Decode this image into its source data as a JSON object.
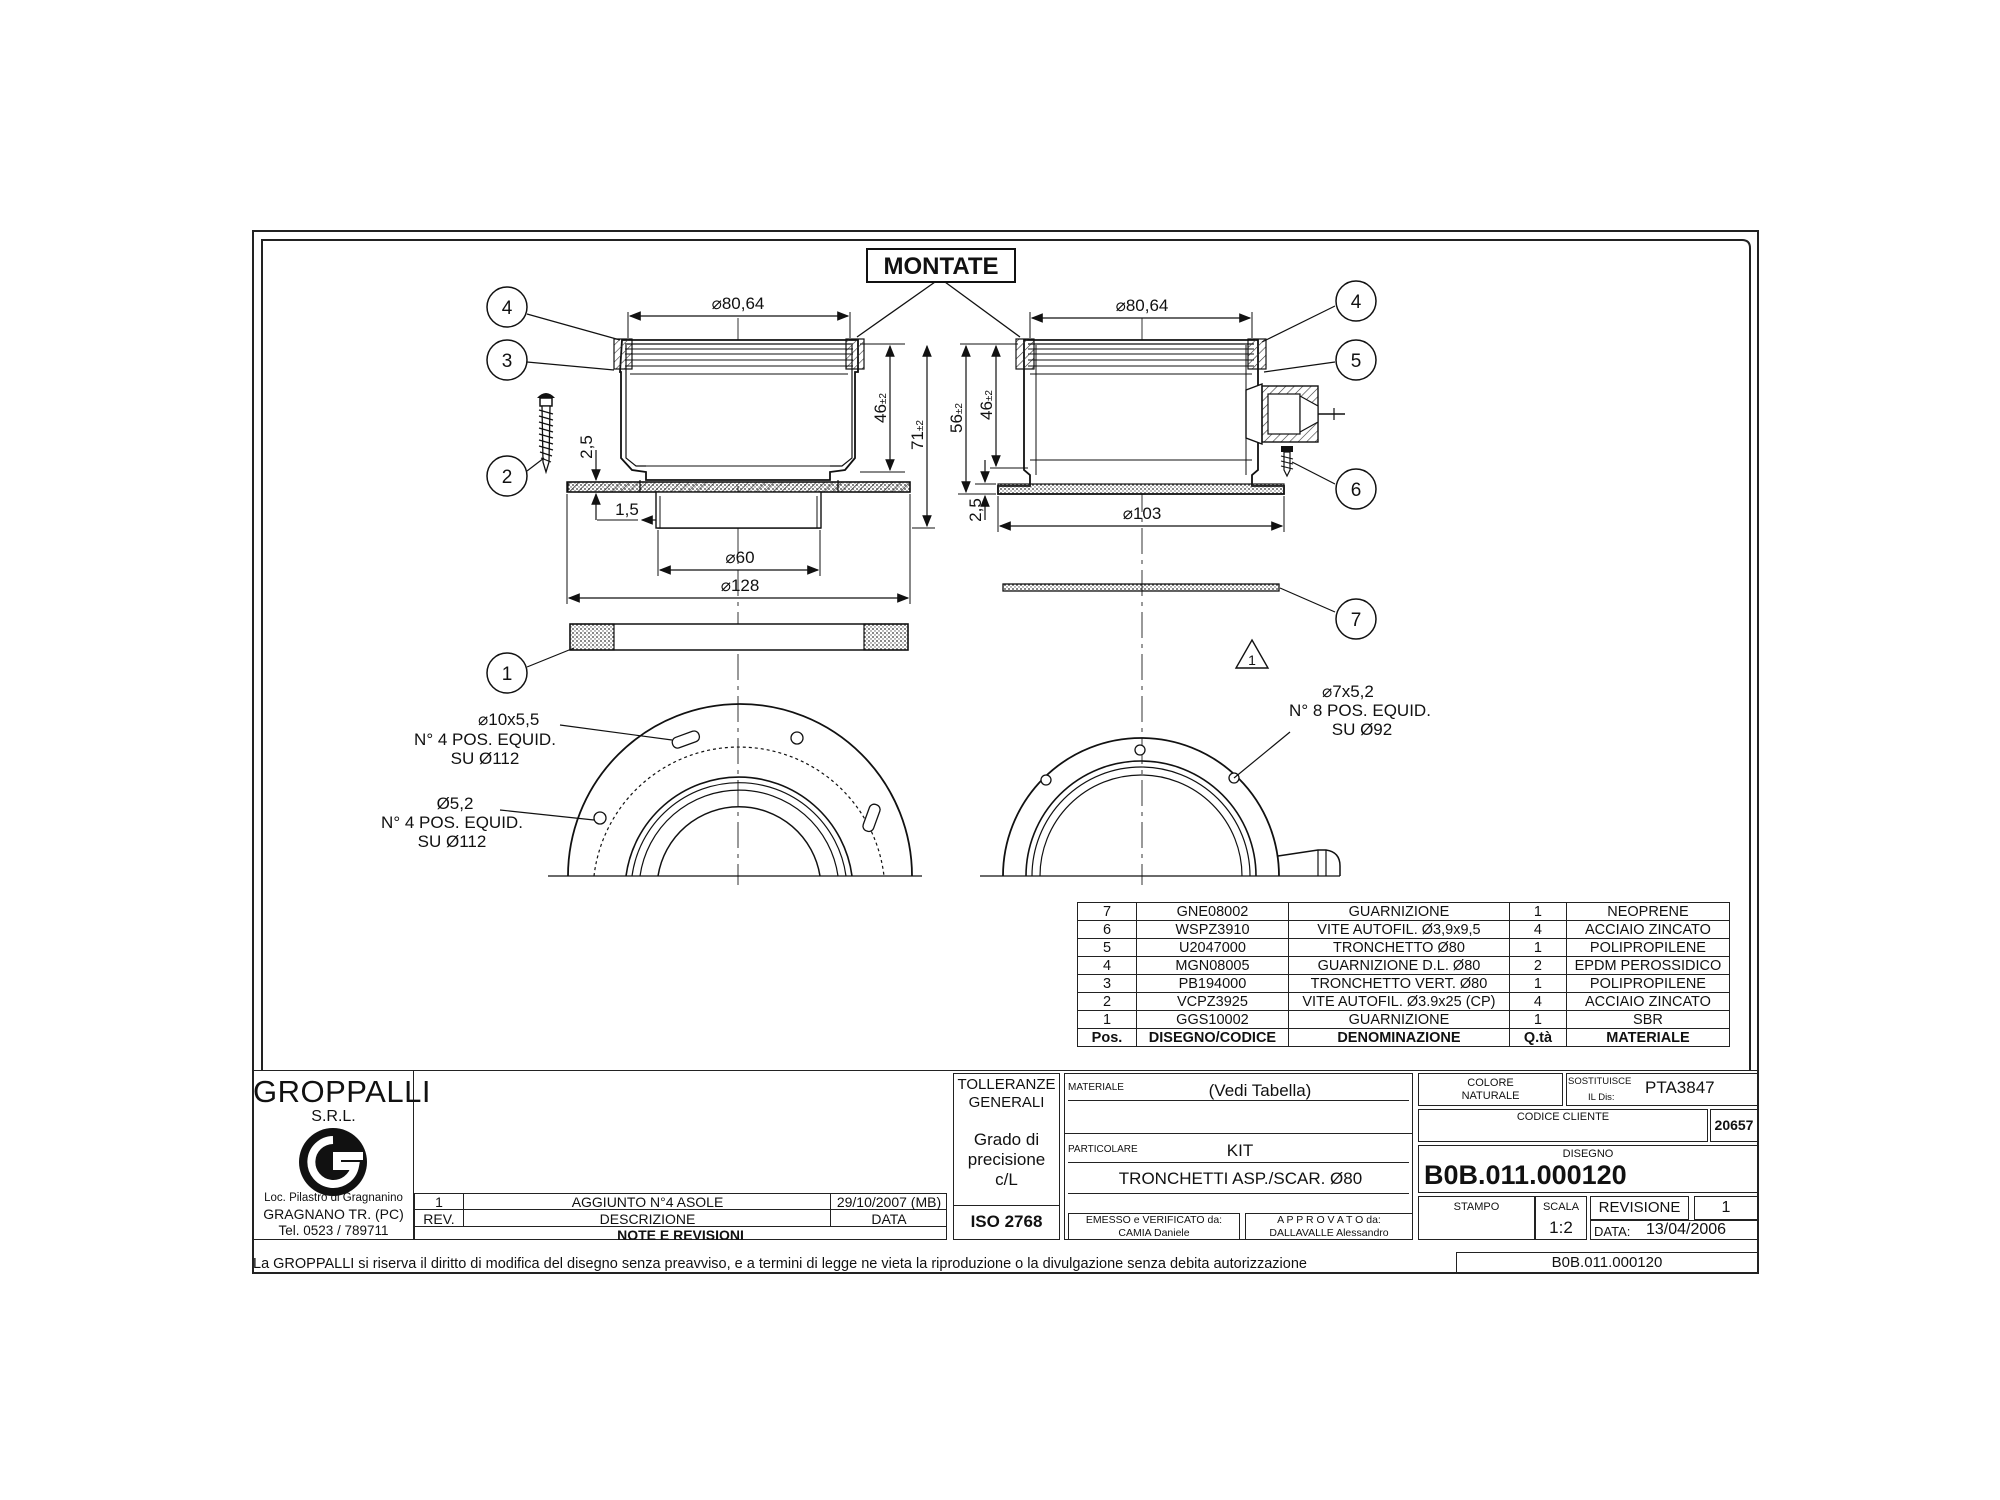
{
  "header": {
    "view_title": "MONTATE"
  },
  "balloons": [
    "1",
    "2",
    "3",
    "4",
    "5",
    "6",
    "7"
  ],
  "dimensions": {
    "left_top_dia": "80,64",
    "right_top_dia": "80,64",
    "h46_left": "46",
    "h46_right": "46",
    "tol": "±2",
    "h71": "71",
    "h56": "56",
    "t2_5_left": "2,5",
    "t2_5_right": "2,5",
    "w1_5": "1,5",
    "dia60": "60",
    "dia128": "128",
    "dia103": "103"
  },
  "notes": {
    "slot_dim": "10x5,5",
    "slot_count": "N° 4 POS. EQUID.",
    "slot_circle": "SU Ø112",
    "hole_dim": "Ø5,2",
    "hole_count": "N° 4 POS. EQUID.",
    "hole_circle": "SU Ø112",
    "rev_triangle": "1",
    "r_hole_dim": "7x5,2",
    "r_hole_count": "N° 8 POS. EQUID.",
    "r_hole_circle": "SU Ø92"
  },
  "bom": {
    "headers": [
      "Pos.",
      "DISEGNO/CODICE",
      "DENOMINAZIONE",
      "Q.tà",
      "MATERIALE"
    ],
    "rows": [
      [
        "7",
        "GNE08002",
        "GUARNIZIONE",
        "1",
        "NEOPRENE"
      ],
      [
        "6",
        "WSPZ3910",
        "VITE AUTOFIL. Ø3,9x9,5",
        "4",
        "ACCIAIO ZINCATO"
      ],
      [
        "5",
        "U2047000",
        "TRONCHETTO Ø80",
        "1",
        "POLIPROPILENE"
      ],
      [
        "4",
        "MGN08005",
        "GUARNIZIONE D.L. Ø80",
        "2",
        "EPDM PEROSSIDICO"
      ],
      [
        "3",
        "PB194000",
        "TRONCHETTO VERT. Ø80",
        "1",
        "POLIPROPILENE"
      ],
      [
        "2",
        "VCPZ3925",
        "VITE AUTOFIL. Ø3.9x25 (CP)",
        "4",
        "ACCIAIO ZINCATO"
      ],
      [
        "1",
        "GGS10002",
        "GUARNIZIONE",
        "1",
        "SBR"
      ]
    ]
  },
  "company": {
    "name": "GROPPALLI",
    "suffix": "S.R.L.",
    "address1": "Loc. Pilastro di Gragnanino",
    "address2": "GRAGNANO TR. (PC)",
    "phone": "Tel. 0523 / 789711"
  },
  "revisions": {
    "row": {
      "rev": "1",
      "description": "AGGIUNTO N°4 ASOLE",
      "date": "29/10/2007 (MB)"
    },
    "header_rev": "REV.",
    "header_desc": "DESCRIZIONE",
    "header_date": "DATA",
    "section_title": "NOTE E REVISIONI"
  },
  "tolerances": {
    "title1": "TOLLERANZE",
    "title2": "GENERALI",
    "grade1": "Grado di",
    "grade2": "precisione",
    "grade3": "c/L",
    "standard": "ISO 2768"
  },
  "material": {
    "label": "MATERIALE",
    "value": "(Vedi Tabella)"
  },
  "part": {
    "label": "PARTICOLARE",
    "value1": "KIT",
    "value2": "TRONCHETTI ASP./SCAR. Ø80"
  },
  "signoff": {
    "issued_label": "EMESSO e VERIFICATO da:",
    "issued_by": "CAMIA Daniele",
    "approved_label": "A P P R O V A T O da:",
    "approved_by": "DALLAVALLE Alessandro"
  },
  "color": {
    "label1": "COLORE",
    "label2": "NATURALE"
  },
  "replaces": {
    "label1": "SOSTITUISCE",
    "label2": "IL Dis:",
    "value": "PTA3847"
  },
  "customer": {
    "label": "CODICE CLIENTE",
    "value": "20657"
  },
  "drawing_no": {
    "label": "DISEGNO",
    "value": "B0B.011.000120"
  },
  "print": {
    "stamp_label": "STAMPO",
    "scale_label": "SCALA",
    "scale_value": "1:2",
    "revision_label": "REVISIONE",
    "revision_value": "1",
    "date_label": "DATA:",
    "date_value": "13/04/2006"
  },
  "footer": {
    "disclaimer": "La GROPPALLI si riserva il diritto di modifica del disegno senza preavviso, e a termini di legge ne vieta la riproduzione o la divulgazione senza debita autorizzazione",
    "code": "B0B.011.000120"
  }
}
